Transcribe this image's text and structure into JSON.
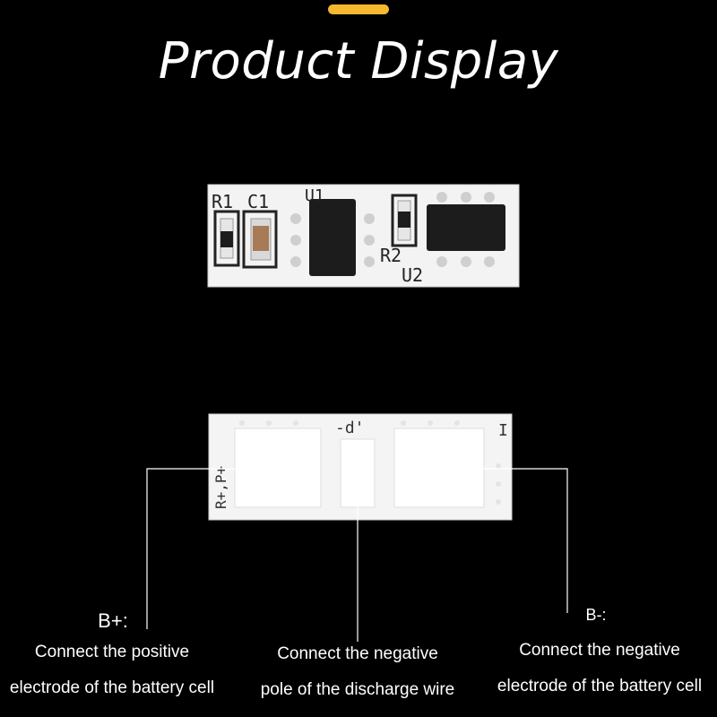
{
  "header": {
    "title": "Product Display"
  },
  "top_board": {
    "silkscreen": {
      "r1": "R1",
      "c1": "C1",
      "u1": "U1",
      "r2": "R2",
      "u2": "U2"
    }
  },
  "bottom_board": {
    "silkscreen": {
      "left": "R+,P+",
      "middle": "-d'",
      "right": "I"
    }
  },
  "callouts": {
    "b_plus": {
      "label": "B+:",
      "line1": "Connect the positive",
      "line2": "electrode of the battery cell"
    },
    "p_minus": {
      "line1": "Connect the negative",
      "line2": "pole of the discharge wire"
    },
    "b_minus": {
      "label": "B-:",
      "line1": "Connect the negative",
      "line2": "electrode of the battery cell"
    }
  },
  "colors": {
    "accent": "#f5b82e",
    "board": "#f2f2f2",
    "chip": "#1c1c1c"
  }
}
